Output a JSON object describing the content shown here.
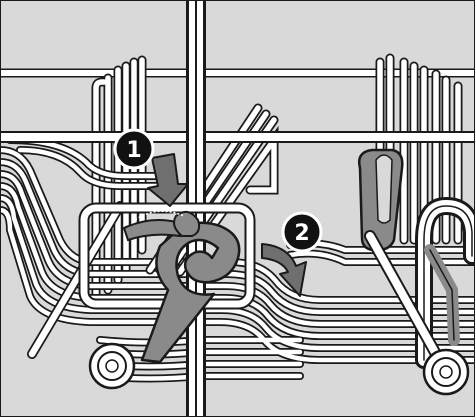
{
  "illustration": {
    "subject": "dishwasher-basket-clip",
    "colors": {
      "background": "#d9d9d9",
      "wire_fill": "#ffffff",
      "outline": "#1a1a1a",
      "clip_gray": "#8a8a8a",
      "arrow_gray": "#6f6f6f",
      "badge_fill": "#111111",
      "badge_text": "#ffffff"
    }
  },
  "steps": [
    {
      "number": "1",
      "arrow": "press-down-arrow"
    },
    {
      "number": "2",
      "arrow": "rotate-right-arrow"
    }
  ]
}
